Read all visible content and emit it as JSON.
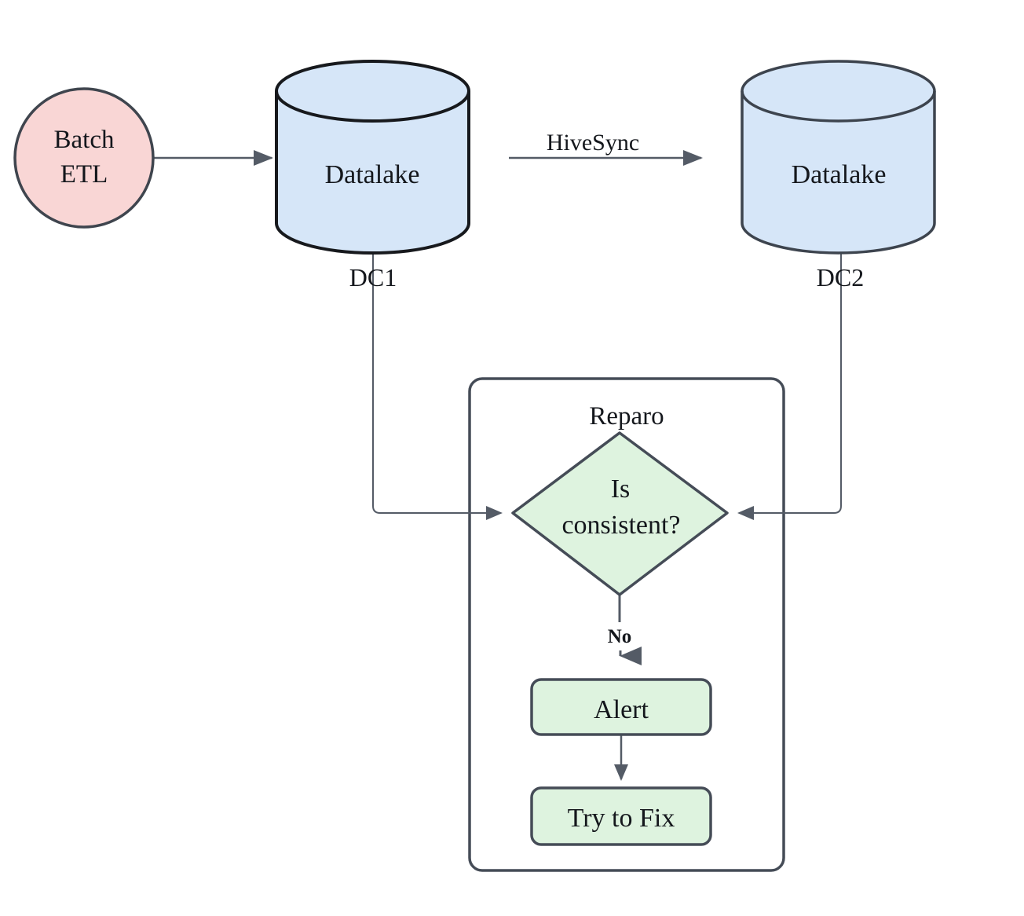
{
  "diagram": {
    "nodes": {
      "batch_etl": {
        "label_line1": "Batch",
        "label_line2": "ETL",
        "shape": "circle"
      },
      "datalake_dc1": {
        "label": "Datalake",
        "sublabel": "DC1",
        "shape": "cylinder"
      },
      "datalake_dc2": {
        "label": "Datalake",
        "sublabel": "DC2",
        "shape": "cylinder"
      },
      "reparo_container": {
        "label": "Reparo",
        "shape": "rounded-rectangle"
      },
      "is_consistent": {
        "label_line1": "Is",
        "label_line2": "consistent?",
        "shape": "diamond"
      },
      "alert": {
        "label": "Alert",
        "shape": "rounded-rectangle"
      },
      "try_to_fix": {
        "label": "Try to Fix",
        "shape": "rounded-rectangle"
      }
    },
    "edges": {
      "batch_to_dc1": {
        "label": ""
      },
      "hivesync": {
        "label": "HiveSync"
      },
      "dc1_to_decision": {
        "label": ""
      },
      "dc2_to_decision": {
        "label": ""
      },
      "decision_no": {
        "label": "No"
      },
      "alert_to_fix": {
        "label": ""
      }
    },
    "colors": {
      "pink_fill": "#f9d6d5",
      "pink_stroke": "#3f454e",
      "blue_fill": "#d6e6f8",
      "cyl1_stroke": "#17191d",
      "cyl2_stroke": "#3d444e",
      "green_fill": "#def3df",
      "green_stroke": "#454c57",
      "container_stroke": "#454c57",
      "container_fill": "#ffffff",
      "line": "#545b66",
      "background": "#ffffff"
    }
  }
}
